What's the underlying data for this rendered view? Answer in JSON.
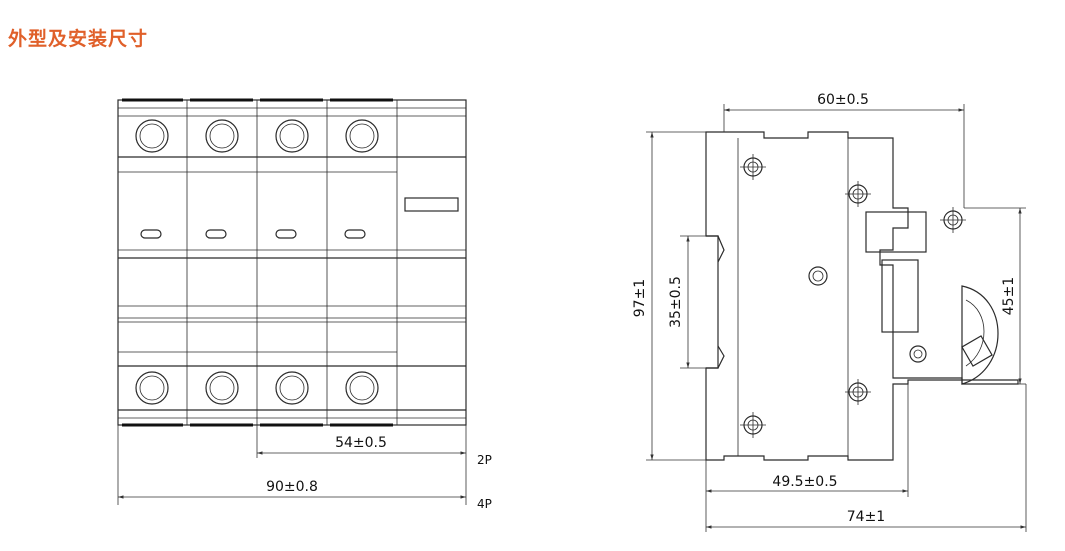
{
  "title": "外型及安装尺寸",
  "front_view": {
    "dim_54": "54±0.5",
    "dim_90": "90±0.8",
    "label_2p": "2P",
    "label_4p": "4P"
  },
  "side_view": {
    "dim_60": "60±0.5",
    "dim_97": "97±1",
    "dim_35": "35±0.5",
    "dim_45": "45±1",
    "dim_49": "49.5±0.5",
    "dim_74": "74±1"
  }
}
